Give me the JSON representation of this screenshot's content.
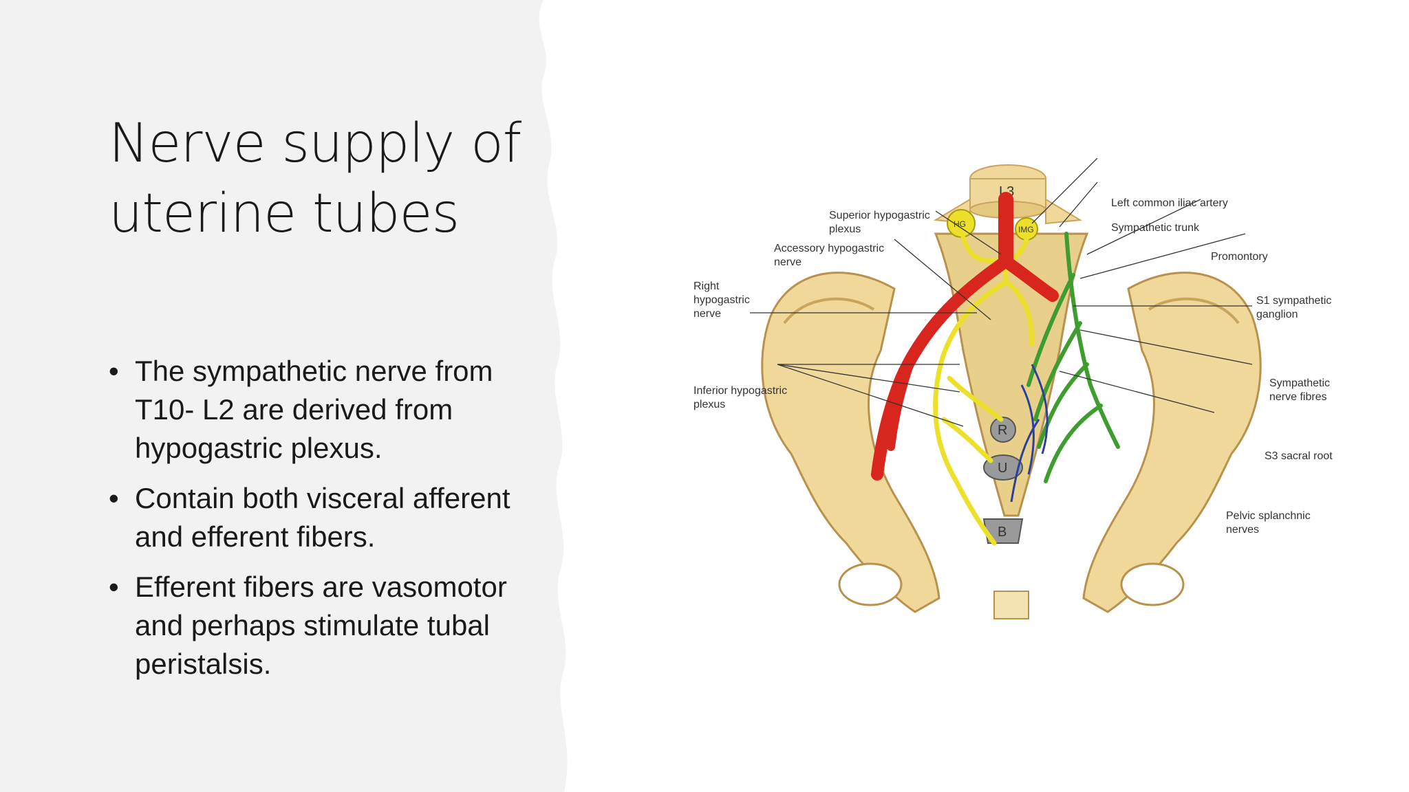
{
  "slide": {
    "title": "Nerve supply of uterine tubes",
    "bullets": [
      "The sympathetic nerve  from T10- L2 are derived from hypogastric plexus.",
      "Contain both visceral afferent and efferent fibers.",
      "Efferent fibers are vasomotor and perhaps stimulate tubal peristalsis."
    ]
  },
  "figure": {
    "labels": {
      "superior_hypogastric_plexus": [
        "Superior hypogastric",
        "plexus"
      ],
      "accessory_hypogastric_nerve": [
        "Accessory hypogastric",
        "nerve"
      ],
      "right_hypogastric_nerve": [
        "Right",
        "hypogastric",
        "nerve"
      ],
      "inferior_hypogastric_plexus": [
        "Inferior hypogastric",
        "plexus"
      ],
      "left_common_iliac_artery": "Left common iliac artery",
      "sympathetic_trunk": "Sympathetic trunk",
      "promontory": "Promontory",
      "s1_sympathetic_ganglion": [
        "S1 sympathetic",
        "ganglion"
      ],
      "sympathetic_nerve_fibres": [
        "Sympathetic",
        "nerve fibres"
      ],
      "s3_sacral_root": "S3 sacral root",
      "pelvic_splanchnic_nerves": [
        "Pelvic splanchnic",
        "nerves"
      ]
    },
    "vertebra_label": "L3",
    "ganglia": {
      "imc": "IMG",
      "hg": "HG"
    },
    "organs": {
      "rectum": "R",
      "uterus": "U",
      "bladder": "B"
    },
    "colors": {
      "bone": "#efd89a",
      "bone_shadow": "#c9a45c",
      "artery": "#d8261e",
      "plexus": "#ede02a",
      "sympathetic": "#3f9d2f",
      "parasympathetic": "#2b3f9e",
      "background_panel": "#f2f2f2"
    }
  }
}
